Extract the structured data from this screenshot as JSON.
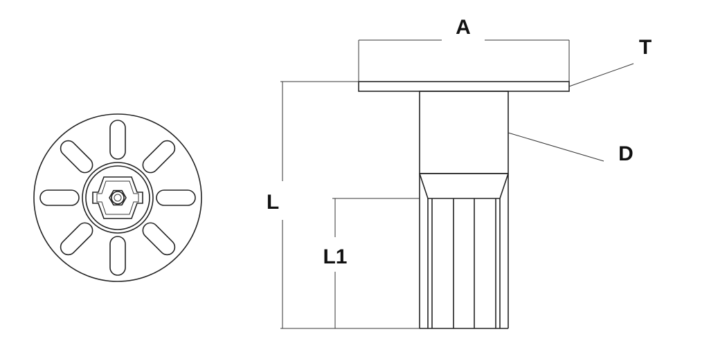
{
  "diagram": {
    "labels": {
      "a": "A",
      "t": "T",
      "d": "D",
      "l": "L",
      "l1": "L1"
    },
    "colors": {
      "line": "#222222",
      "background": "#ffffff"
    }
  }
}
